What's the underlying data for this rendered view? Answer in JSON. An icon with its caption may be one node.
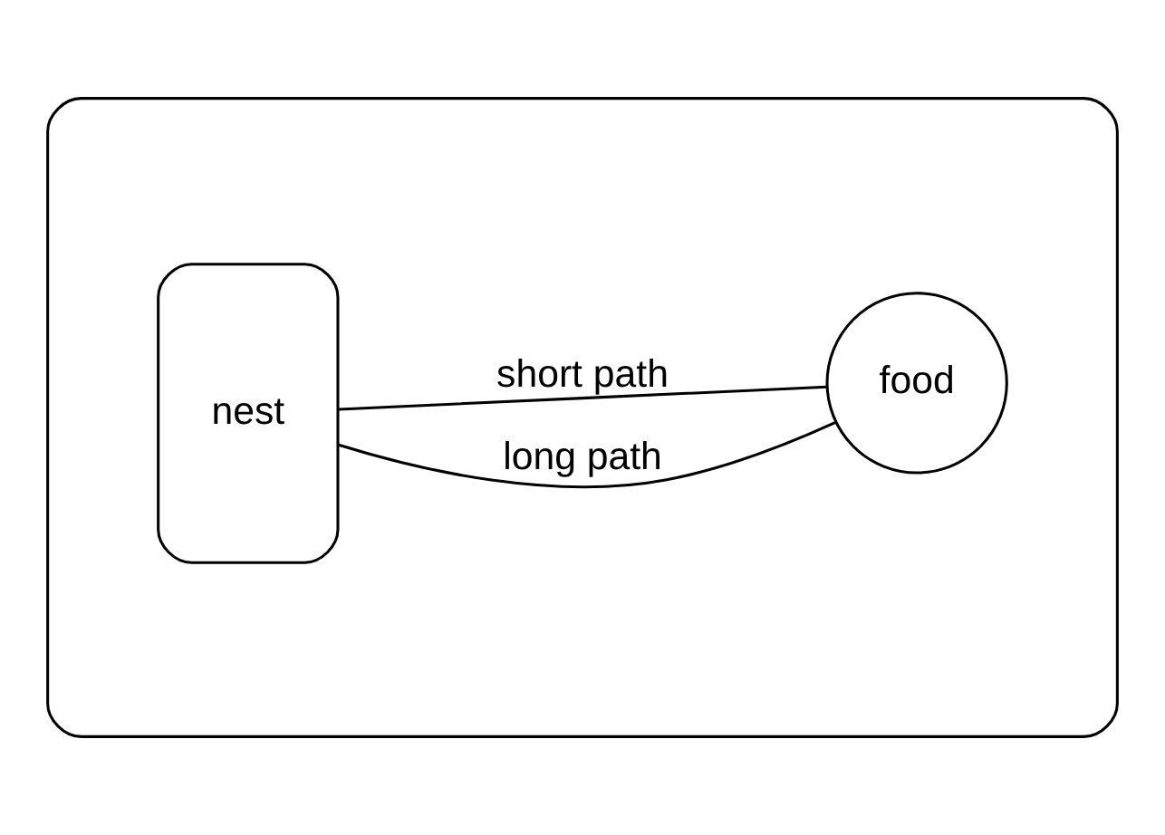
{
  "diagram": {
    "nodes": [
      {
        "text": [],
        "shape": "box"
      },
      {
        "text": [
          "nest"
        ],
        "in": 0
      },
      {
        "text": [
          "food"
        ],
        "in": 0
      }
    ],
    "edges": [
      {
        "from": 1,
        "to": 2,
        "arrow": "none",
        "label": "long path"
      },
      {
        "from": 1,
        "to": 2,
        "arrow": "none",
        "label": "short path"
      }
    ]
  }
}
